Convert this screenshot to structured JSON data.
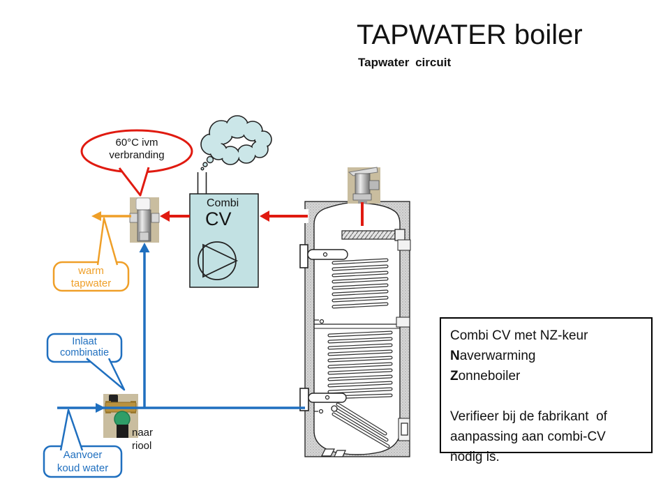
{
  "slide": {
    "title": "TAPWATER boiler",
    "subtitle": "Tapwater circuit"
  },
  "combi_unit": {
    "name_line1": "Combi",
    "name_line2": "CV"
  },
  "callouts": {
    "temperature": {
      "line1": "60°C ivm",
      "line2": "verbranding",
      "color": "#e01a10"
    },
    "warm_tapwater": {
      "line1": "warm",
      "line2": "tapwater",
      "color": "#ef9f28"
    },
    "inlaat_combinatie": {
      "line1": "Inlaat",
      "line2": "combinatie",
      "color": "#1f6fbf"
    },
    "aanvoer_koud_water": {
      "line1": "Aanvoer",
      "line2": "koud water",
      "color": "#1f6fbf"
    }
  },
  "labels": {
    "naar_riool": {
      "line1": "naar",
      "line2": "riool"
    }
  },
  "note_box": {
    "line1": "Combi CV met NZ-keur",
    "line2": {
      "lead": "N",
      "rest": "averwarming"
    },
    "line3": {
      "lead": "Z",
      "rest": "onneboiler"
    },
    "line4": "Verifieer bij de fabrikant  of",
    "line5": "aanpassing aan combi-CV",
    "line6": "nodig is."
  },
  "flow_colors": {
    "hot_water": "#e01a10",
    "warm_tapwater": "#ef9f28",
    "cold_water": "#1f6fbf",
    "unit_fill": "#c2e1e3"
  },
  "icons": {
    "pump": "circle-with-right-triangle",
    "steam": "thought-cloud",
    "temperature_warning": "red-speech-ellipse"
  }
}
